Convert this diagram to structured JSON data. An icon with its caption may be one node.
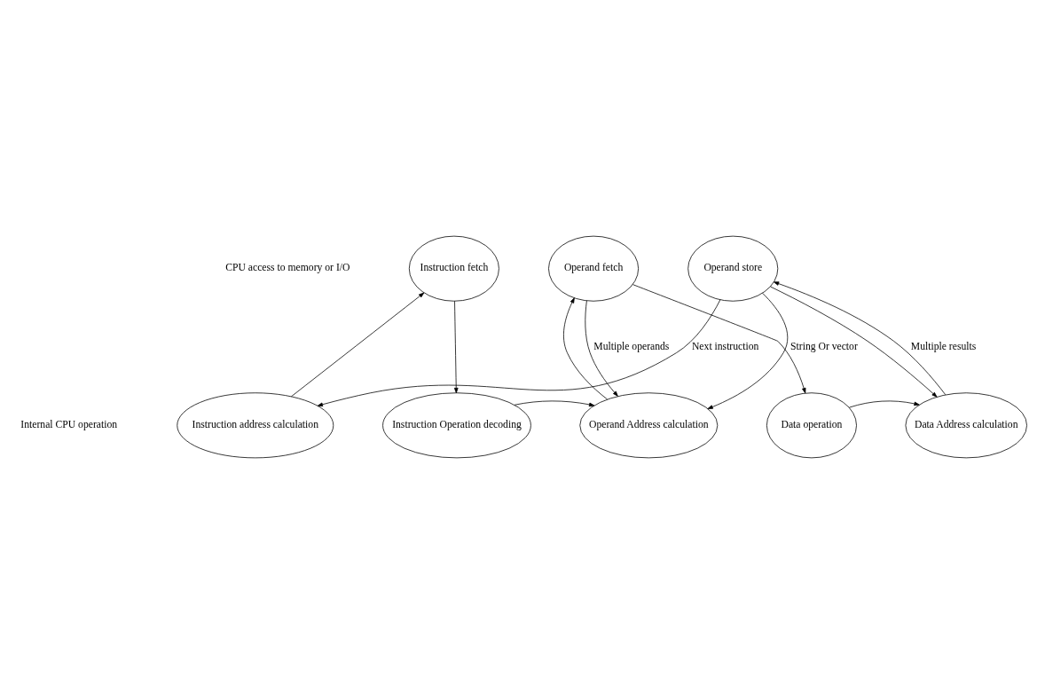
{
  "diagram": {
    "nodes": [
      {
        "text": [
          "Instruction fetch"
        ]
      },
      {
        "text": [
          "Operand fetch"
        ]
      },
      {
        "text": [
          "Operand store"
        ]
      },
      {
        "text": [
          "Instruction address calculation"
        ]
      },
      {
        "text": [
          "Instruction Operation decoding"
        ]
      },
      {
        "text": [
          "Operand Address calculation"
        ]
      },
      {
        "text": [
          "Data operation"
        ]
      },
      {
        "text": [
          "Data Address calculation"
        ]
      }
    ],
    "edges": [
      {
        "from": 3,
        "to": 0,
        "arrow": "to"
      },
      {
        "from": 0,
        "to": 4,
        "arrow": "to"
      },
      {
        "from": 4,
        "to": 5,
        "arrow": "to"
      },
      {
        "from": 5,
        "to": 1,
        "arrow": "to"
      },
      {
        "from": 1,
        "to": 5,
        "arrow": "to",
        "label": "Multiple operands"
      },
      {
        "from": 1,
        "to": 6,
        "arrow": "to"
      },
      {
        "from": 6,
        "to": 7,
        "arrow": "to"
      },
      {
        "from": 2,
        "to": 7,
        "arrow": "to"
      },
      {
        "from": 7,
        "to": 2,
        "arrow": "to",
        "label": "Multiple results"
      },
      {
        "from": 2,
        "to": 3,
        "arrow": "to",
        "label": "Next instruction"
      },
      {
        "from": 2,
        "to": 5,
        "arrow": "to",
        "label": "String Or vector"
      }
    ],
    "labels": [
      "CPU access to memory or I/O",
      "Internal CPU operation"
    ]
  }
}
